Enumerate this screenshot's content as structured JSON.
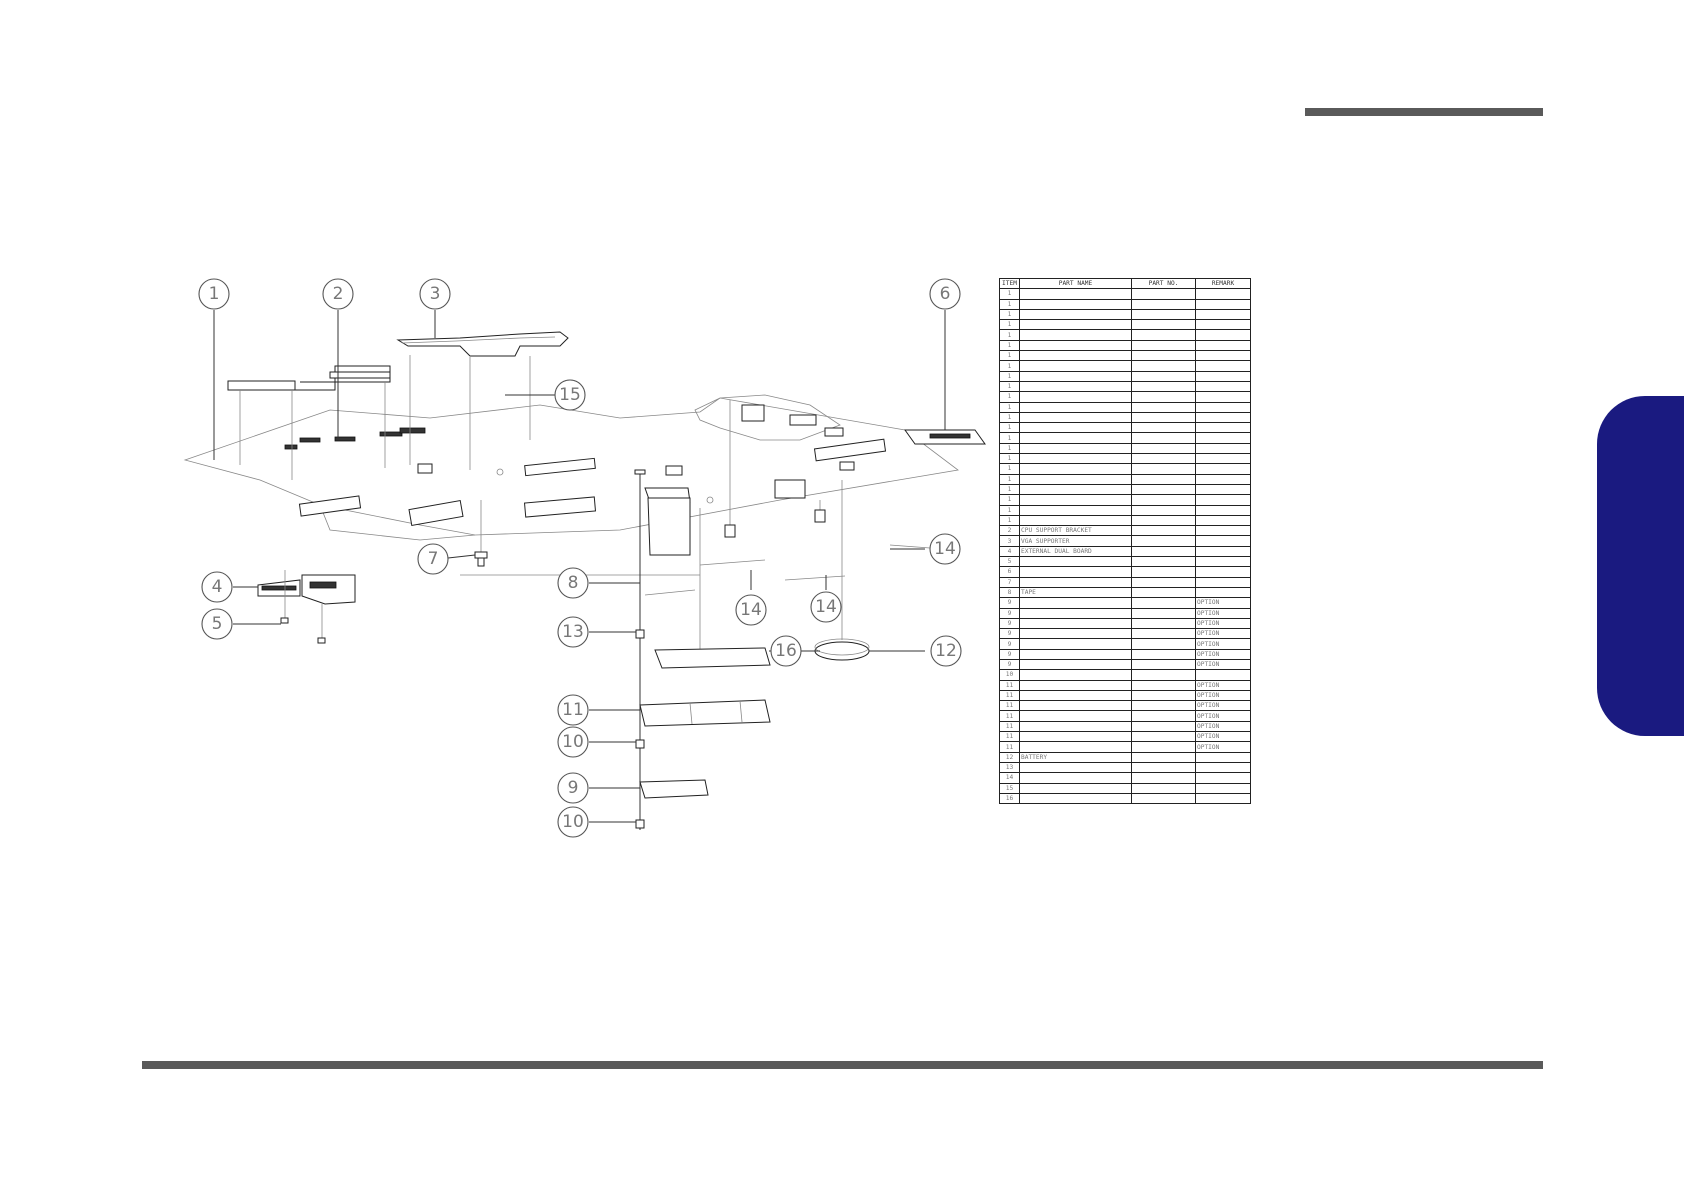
{
  "callouts": [
    {
      "id": "c1",
      "label": "1"
    },
    {
      "id": "c2",
      "label": "2"
    },
    {
      "id": "c3",
      "label": "3"
    },
    {
      "id": "c4",
      "label": "4"
    },
    {
      "id": "c5",
      "label": "5"
    },
    {
      "id": "c6",
      "label": "6"
    },
    {
      "id": "c7",
      "label": "7"
    },
    {
      "id": "c8",
      "label": "8"
    },
    {
      "id": "c9",
      "label": "9"
    },
    {
      "id": "c10a",
      "label": "10"
    },
    {
      "id": "c10b",
      "label": "10"
    },
    {
      "id": "c11",
      "label": "11"
    },
    {
      "id": "c12",
      "label": "12"
    },
    {
      "id": "c13",
      "label": "13"
    },
    {
      "id": "c14a",
      "label": "14"
    },
    {
      "id": "c14b",
      "label": "14"
    },
    {
      "id": "c14c",
      "label": "14"
    },
    {
      "id": "c15",
      "label": "15"
    },
    {
      "id": "c16",
      "label": "16"
    }
  ],
  "parts_list": {
    "headers": {
      "item": "ITEM",
      "part_name": "PART NAME",
      "part_no": "PART NO.",
      "remark": "REMARK"
    },
    "rows": [
      {
        "item": "1",
        "part_name": "",
        "part_no": "",
        "remark": ""
      },
      {
        "item": "1",
        "part_name": "",
        "part_no": "",
        "remark": ""
      },
      {
        "item": "1",
        "part_name": "",
        "part_no": "",
        "remark": ""
      },
      {
        "item": "1",
        "part_name": "",
        "part_no": "",
        "remark": ""
      },
      {
        "item": "1",
        "part_name": "",
        "part_no": "",
        "remark": ""
      },
      {
        "item": "1",
        "part_name": "",
        "part_no": "",
        "remark": ""
      },
      {
        "item": "1",
        "part_name": "",
        "part_no": "",
        "remark": ""
      },
      {
        "item": "1",
        "part_name": "",
        "part_no": "",
        "remark": ""
      },
      {
        "item": "1",
        "part_name": "",
        "part_no": "",
        "remark": ""
      },
      {
        "item": "1",
        "part_name": "",
        "part_no": "",
        "remark": ""
      },
      {
        "item": "1",
        "part_name": "",
        "part_no": "",
        "remark": ""
      },
      {
        "item": "1",
        "part_name": "",
        "part_no": "",
        "remark": ""
      },
      {
        "item": "1",
        "part_name": "",
        "part_no": "",
        "remark": ""
      },
      {
        "item": "1",
        "part_name": "",
        "part_no": "",
        "remark": ""
      },
      {
        "item": "1",
        "part_name": "",
        "part_no": "",
        "remark": ""
      },
      {
        "item": "1",
        "part_name": "",
        "part_no": "",
        "remark": ""
      },
      {
        "item": "1",
        "part_name": "",
        "part_no": "",
        "remark": ""
      },
      {
        "item": "1",
        "part_name": "",
        "part_no": "",
        "remark": ""
      },
      {
        "item": "1",
        "part_name": "",
        "part_no": "",
        "remark": ""
      },
      {
        "item": "1",
        "part_name": "",
        "part_no": "",
        "remark": ""
      },
      {
        "item": "1",
        "part_name": "",
        "part_no": "",
        "remark": ""
      },
      {
        "item": "1",
        "part_name": "",
        "part_no": "",
        "remark": ""
      },
      {
        "item": "1",
        "part_name": "",
        "part_no": "",
        "remark": ""
      },
      {
        "item": "2",
        "part_name": "CPU SUPPORT BRACKET",
        "part_no": "",
        "remark": ""
      },
      {
        "item": "3",
        "part_name": "VGA SUPPORTER",
        "part_no": "",
        "remark": ""
      },
      {
        "item": "4",
        "part_name": "EXTERNAL DUAL BOARD",
        "part_no": "",
        "remark": ""
      },
      {
        "item": "5",
        "part_name": "",
        "part_no": "",
        "remark": ""
      },
      {
        "item": "6",
        "part_name": "",
        "part_no": "",
        "remark": ""
      },
      {
        "item": "7",
        "part_name": "",
        "part_no": "",
        "remark": ""
      },
      {
        "item": "8",
        "part_name": "TAPE",
        "part_no": "",
        "remark": ""
      },
      {
        "item": "9",
        "part_name": "",
        "part_no": "",
        "remark": "OPTION"
      },
      {
        "item": "9",
        "part_name": "",
        "part_no": "",
        "remark": "OPTION"
      },
      {
        "item": "9",
        "part_name": "",
        "part_no": "",
        "remark": "OPTION"
      },
      {
        "item": "9",
        "part_name": "",
        "part_no": "",
        "remark": "OPTION"
      },
      {
        "item": "9",
        "part_name": "",
        "part_no": "",
        "remark": "OPTION"
      },
      {
        "item": "9",
        "part_name": "",
        "part_no": "",
        "remark": "OPTION"
      },
      {
        "item": "9",
        "part_name": "",
        "part_no": "",
        "remark": "OPTION"
      },
      {
        "item": "10",
        "part_name": "",
        "part_no": "",
        "remark": ""
      },
      {
        "item": "11",
        "part_name": "",
        "part_no": "",
        "remark": "OPTION"
      },
      {
        "item": "11",
        "part_name": "",
        "part_no": "",
        "remark": "OPTION"
      },
      {
        "item": "11",
        "part_name": "",
        "part_no": "",
        "remark": "OPTION"
      },
      {
        "item": "11",
        "part_name": "",
        "part_no": "",
        "remark": "OPTION"
      },
      {
        "item": "11",
        "part_name": "",
        "part_no": "",
        "remark": "OPTION"
      },
      {
        "item": "11",
        "part_name": "",
        "part_no": "",
        "remark": "OPTION"
      },
      {
        "item": "11",
        "part_name": "",
        "part_no": "",
        "remark": "OPTION"
      },
      {
        "item": "12",
        "part_name": "BATTERY",
        "part_no": "",
        "remark": ""
      },
      {
        "item": "13",
        "part_name": "",
        "part_no": "",
        "remark": ""
      },
      {
        "item": "14",
        "part_name": "",
        "part_no": "",
        "remark": ""
      },
      {
        "item": "15",
        "part_name": "",
        "part_no": "",
        "remark": ""
      },
      {
        "item": "16",
        "part_name": "",
        "part_no": "",
        "remark": ""
      }
    ]
  },
  "colors": {
    "rule": "#5a5a5a",
    "tab": "#1a1a80"
  }
}
